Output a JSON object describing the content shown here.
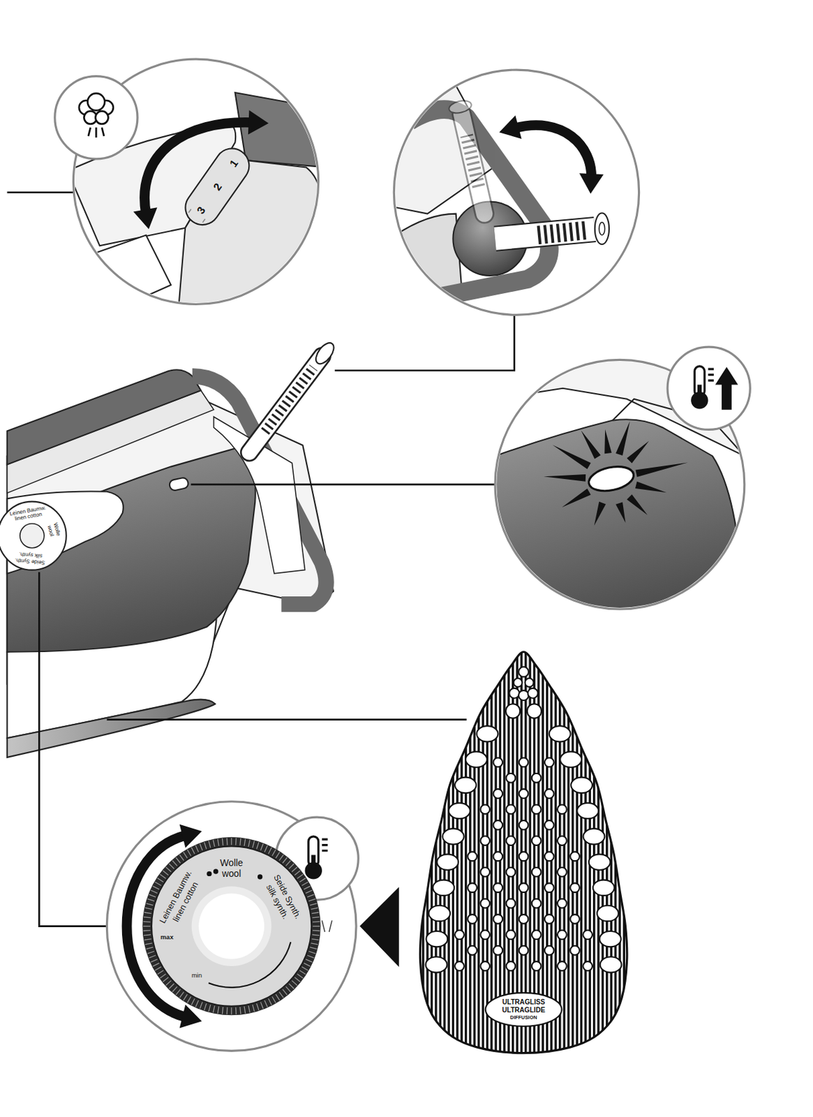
{
  "diagram": {
    "nodes": [
      {
        "text": [
          "Wolle",
          "wool",
          "Leinen Baumw.",
          "linen cotton",
          "Seide Synth.",
          "silk synth.",
          "max",
          "min"
        ]
      },
      {
        "text": [
          "ULTRAGLISS",
          "ULTRAGLIDE",
          "DIFFUSION"
        ]
      }
    ],
    "labels": [
      "1",
      "2",
      "3",
      "Leinen Baumw.",
      "linen cotton",
      "Wolle",
      "wool",
      "Seide Synth.",
      "silk synth."
    ]
  }
}
